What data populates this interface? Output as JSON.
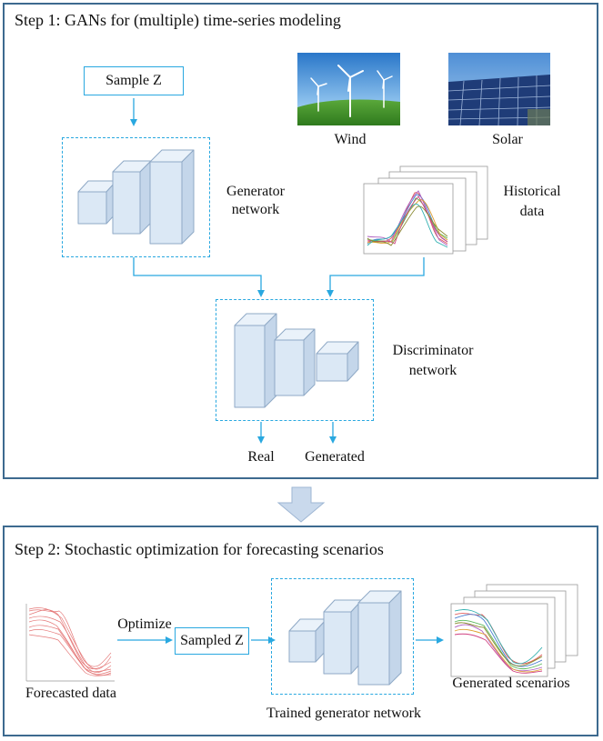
{
  "step1": {
    "title": "Step 1: GANs for (multiple) time-series modeling",
    "sample_z": "Sample Z",
    "generator_label": [
      "Generator",
      "network"
    ],
    "wind_label": "Wind",
    "solar_label": "Solar",
    "historical_label": [
      "Historical",
      "data"
    ],
    "discriminator_label": [
      "Discriminator",
      "network"
    ],
    "real_label": "Real",
    "generated_label": "Generated"
  },
  "step2": {
    "title": "Step 2: Stochastic optimization for forecasting scenarios",
    "forecasted_label": "Forecasted data",
    "optimize_label": "Optimize",
    "sampled_z": "Sampled Z",
    "trained_generator_label": "Trained generator network",
    "generated_scenarios_label": "Generated scenarios"
  },
  "colors": {
    "panel_border": "#3d6a8f",
    "arrow": "#29a8e0",
    "block_face": "#dbe8f5",
    "block_edge": "#8fa9c6",
    "big_arrow": "#c9d9ec"
  },
  "icons": [
    "wind-turbine-image",
    "solar-panel-image",
    "line-plot-thumbnail",
    "block-arrow-down-icon"
  ]
}
